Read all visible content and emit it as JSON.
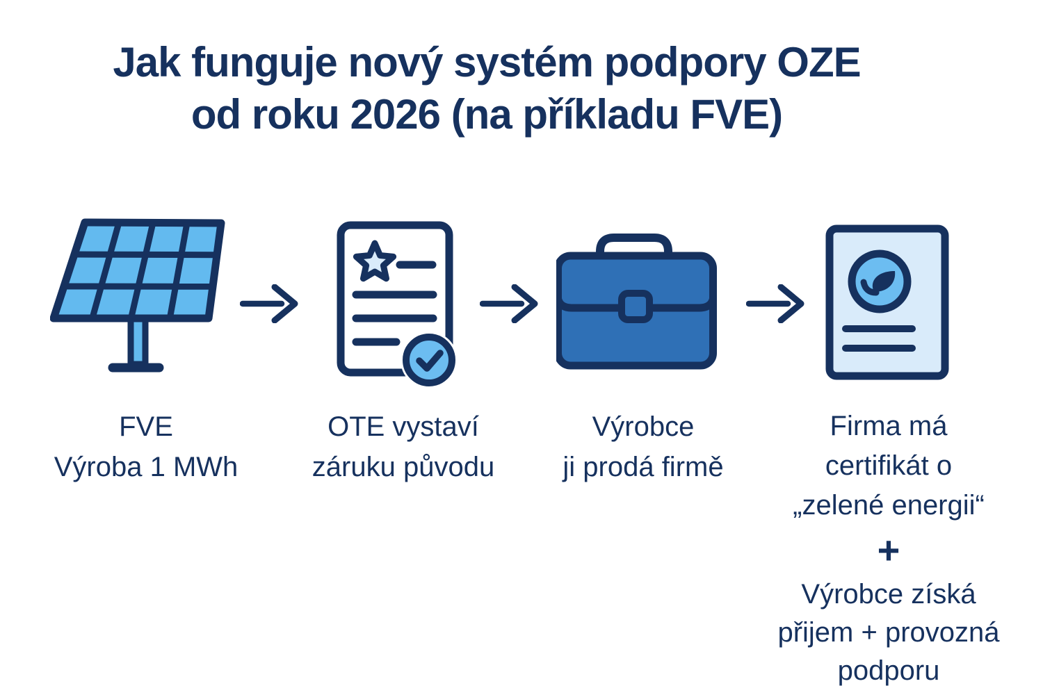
{
  "title": {
    "line1": "Jak funguje nový systém podpory OZE",
    "line2": "od roku 2026 (na příkladu FVE)"
  },
  "steps": [
    {
      "name": "fve-production",
      "icon": "solar-panel-icon",
      "label_lines": [
        "FVE",
        "Výroba 1 MWh"
      ]
    },
    {
      "name": "ote-guarantee",
      "icon": "guarantee-document-icon",
      "label_lines": [
        "OTE vystaví",
        "záruku původu"
      ]
    },
    {
      "name": "producer-sells",
      "icon": "briefcase-icon",
      "label_lines": [
        "Výrobce",
        "ji prodá firmě"
      ]
    },
    {
      "name": "company-certificate",
      "icon": "green-certificate-icon",
      "label_lines": [
        "Firma má",
        "certifikát o",
        "„zelené energii“"
      ]
    }
  ],
  "step4_extra": {
    "plus_sign": "+",
    "lines": [
      "Výrobce získá",
      "přijem + provozná",
      "podporu"
    ]
  },
  "arrows": {
    "icon": "arrow-right-icon",
    "count": 3
  },
  "colors": {
    "navy": "#16315E",
    "panel_blue": "#63BAEF",
    "medium_blue": "#2F70B6",
    "pale_blue": "#D9EBFA",
    "badge_blue": "#6CBDF1",
    "background": "#FFFFFF"
  }
}
